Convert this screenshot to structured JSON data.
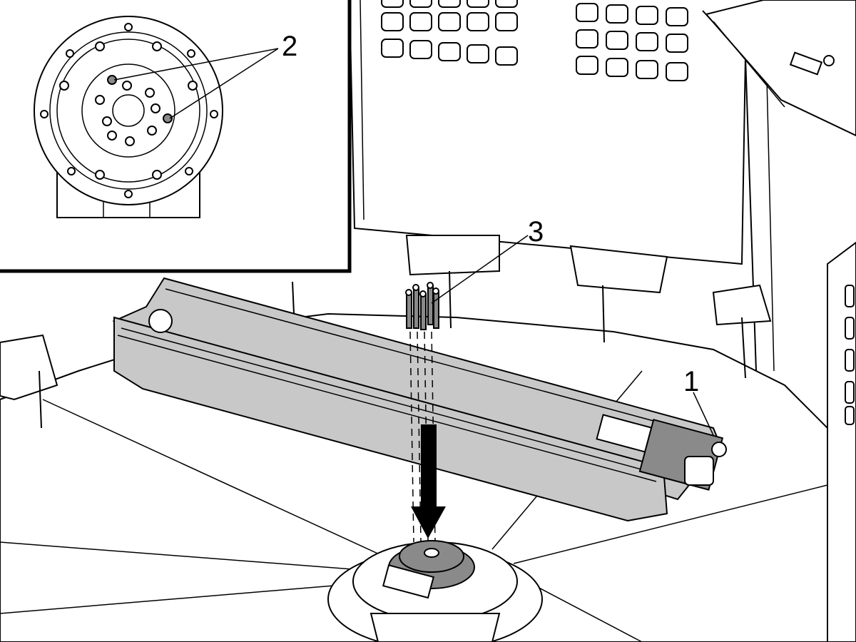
{
  "callouts": {
    "servo_motor": "1",
    "dowel_pins": "2",
    "bolts": "3"
  },
  "colors": {
    "line": "#000000",
    "background": "#ffffff",
    "arm_fill": "#c8c8c8",
    "motor_fill": "#8a8a8a"
  }
}
